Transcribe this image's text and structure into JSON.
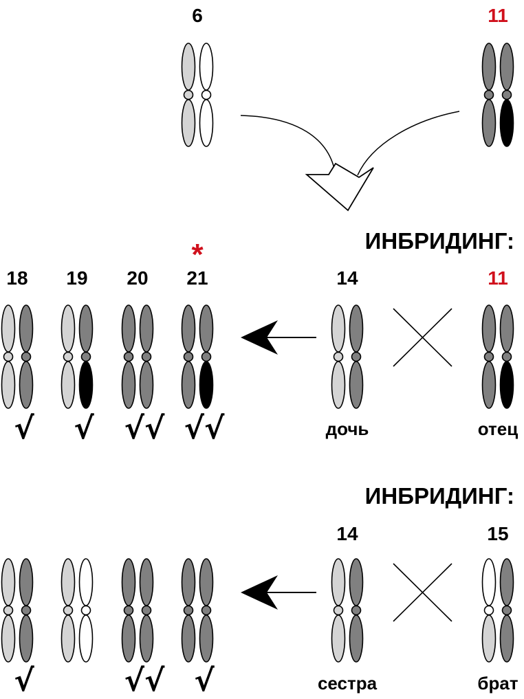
{
  "labels": {
    "top_left_number": "6",
    "top_right_number": "11",
    "inbreeding_1": "ИНБРИДИНГ:",
    "inbreeding_2": "ИНБРИДИНГ:",
    "offspring_numbers": [
      "18",
      "19",
      "20",
      "21"
    ],
    "asterisk": "*",
    "pair1_left_number": "14",
    "pair1_right_number": "11",
    "pair1_left_name": "дочь",
    "pair1_right_name": "отец",
    "pair2_left_number": "14",
    "pair2_right_number": "15",
    "pair2_left_name": "сестра",
    "pair2_right_name": "брат",
    "check_single": "√",
    "check_double": "√√"
  },
  "colors": {
    "light": "#d4d4d4",
    "dark": "#808080",
    "black": "#000000",
    "white": "#ffffff",
    "red_accent": "#d0101c",
    "ink": "#000000"
  },
  "chromosome_sets": {
    "top_parent_6": [
      "light",
      "light",
      "white",
      "white"
    ],
    "top_parent_11": [
      "dark",
      "dark",
      "dark",
      "black"
    ],
    "row1_offspring": [
      [
        "light",
        "light",
        "dark",
        "dark"
      ],
      [
        "light",
        "light",
        "dark",
        "black"
      ],
      [
        "dark",
        "dark",
        "dark",
        "dark"
      ],
      [
        "dark",
        "dark",
        "dark",
        "black"
      ]
    ],
    "row1_daughter": [
      "light",
      "light",
      "dark",
      "dark"
    ],
    "row1_father": [
      "dark",
      "dark",
      "dark",
      "black"
    ],
    "row2_offspring": [
      [
        "light",
        "light",
        "dark",
        "dark"
      ],
      [
        "light",
        "light",
        "white",
        "white"
      ],
      [
        "dark",
        "dark",
        "dark",
        "dark"
      ],
      [
        "dark",
        "dark",
        "dark",
        "dark"
      ]
    ],
    "row2_sister": [
      "light",
      "light",
      "dark",
      "dark"
    ],
    "row2_brother": [
      "white",
      "light",
      "dark",
      "dark"
    ]
  },
  "marks": {
    "row1_checks": [
      "check_single",
      "check_single",
      "check_double",
      "check_double"
    ],
    "row2_checks": [
      "check_single",
      "",
      "check_double",
      "check_single"
    ]
  }
}
